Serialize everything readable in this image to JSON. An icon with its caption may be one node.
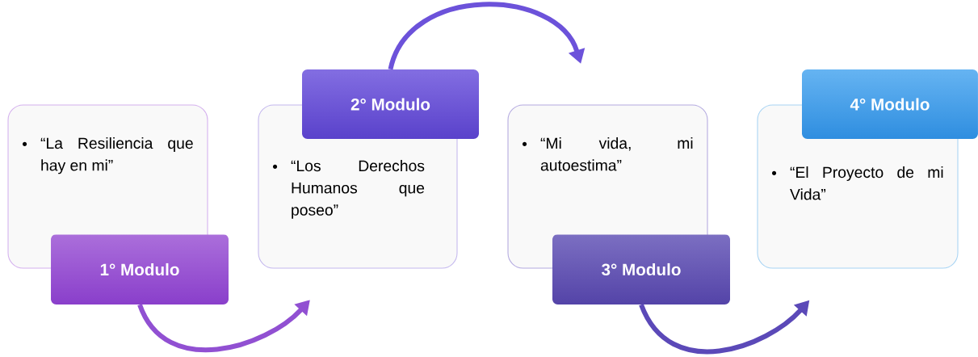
{
  "diagram": {
    "nodes": [
      {
        "text": [
          "“La Resiliencia que hay en mi”"
        ]
      },
      {
        "text": [
          "1° Modulo"
        ]
      },
      {
        "text": [
          "“Los Derechos Humanos que poseo”"
        ]
      },
      {
        "text": [
          "2° Modulo"
        ]
      },
      {
        "text": [
          "“Mi vida, mi autoestima”"
        ]
      },
      {
        "text": [
          "3° Modulo"
        ]
      },
      {
        "text": [
          "“El Proyecto de mi Vida”"
        ]
      },
      {
        "text": [
          "4° Modulo"
        ]
      }
    ],
    "edges": [
      {
        "from": 1,
        "to": 2,
        "arrow": "to"
      },
      {
        "from": 3,
        "to": 4,
        "arrow": "to"
      },
      {
        "from": 5,
        "to": 6,
        "arrow": "to"
      }
    ]
  }
}
